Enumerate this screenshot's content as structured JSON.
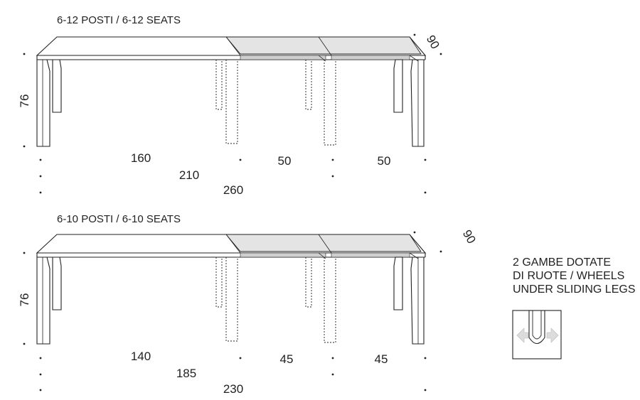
{
  "top_table": {
    "title": "6-12 POSTI / 6-12 SEATS",
    "height": "76",
    "depth": "90",
    "segments": [
      "160",
      "50",
      "50"
    ],
    "totals": [
      "210",
      "260"
    ]
  },
  "bottom_table": {
    "title": "6-10 POSTI / 6-10 SEATS",
    "height": "76",
    "depth": "90",
    "segments": [
      "140",
      "45",
      "45"
    ],
    "totals": [
      "185",
      "230"
    ]
  },
  "note": {
    "line1": "2 GAMBE DOTATE",
    "line2": "DI RUOTE / WHEELS",
    "line3": "UNDER SLIDING LEGS"
  }
}
